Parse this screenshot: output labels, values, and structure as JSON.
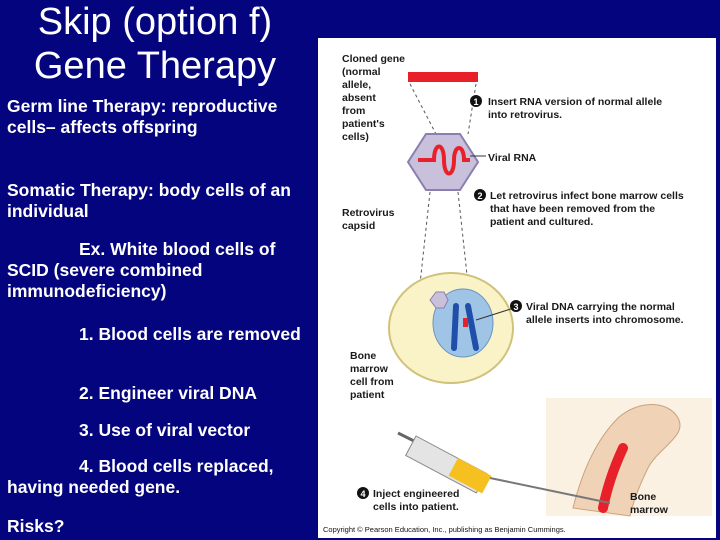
{
  "slide": {
    "title_line1": "Skip (option f)",
    "title_line2": "Gene Therapy",
    "bullets": [
      "Germ line Therapy: reproductive cells– affects offspring",
      "Somatic Therapy:  body cells of an individual",
      "Ex. White blood cells of SCID (severe combined immunodeficiency)",
      "1. Blood cells are removed",
      "2. Engineer viral DNA",
      "3. Use of viral vector",
      "4. Blood cells replaced, having needed gene.",
      "Risks?"
    ]
  },
  "figure": {
    "cloned_gene": [
      "Cloned gene",
      "(normal",
      "allele,",
      "absent",
      "from",
      "patient's",
      "cells)"
    ],
    "step1_num": "1",
    "step1": [
      "Insert RNA version of normal allele",
      "into retrovirus."
    ],
    "viral_rna": "Viral RNA",
    "step2_num": "2",
    "step2": [
      "Let retrovirus infect bone marrow cells",
      "that have been removed from the",
      "patient and cultured."
    ],
    "retrovirus_capsid": [
      "Retrovirus",
      "capsid"
    ],
    "step3_num": "3",
    "step3": [
      "Viral DNA carrying the normal",
      "allele inserts into chromosome."
    ],
    "bone_marrow_cell": [
      "Bone",
      "marrow",
      "cell from",
      "patient"
    ],
    "step4_num": "4",
    "step4": [
      "Inject engineered",
      "cells into patient."
    ],
    "bone_marrow": [
      "Bone",
      "marrow"
    ],
    "copyright": "Copyright © Pearson Education, Inc., publishing as Benjamin Cummings."
  },
  "colors": {
    "background": "#04047e",
    "gene_red": "#e8202a",
    "capsid": "#c9c0dc",
    "cell": "#fbf3c8",
    "nucleus": "#9fc4e6",
    "syringe_fluid": "#f5c020"
  }
}
